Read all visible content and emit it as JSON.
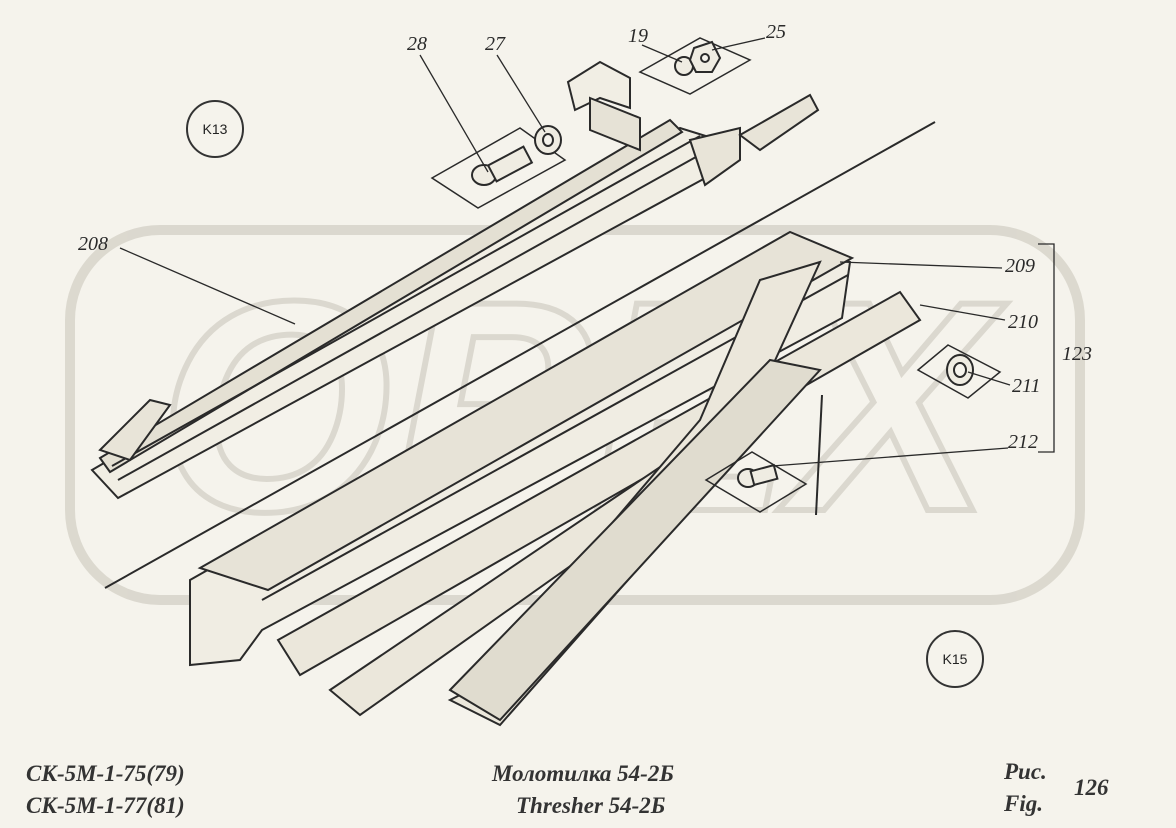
{
  "diagram": {
    "callouts": {
      "c28": "28",
      "c27": "27",
      "c19": "19",
      "c25": "25",
      "c208": "208",
      "c209": "209",
      "c210": "210",
      "c211": "211",
      "c212": "212",
      "c123": "123"
    },
    "refs": {
      "k13": "K13",
      "k15": "K15"
    },
    "watermark": "OPEX"
  },
  "footer": {
    "model_line_1": "СК-5М-1-75(79)",
    "model_line_2": "СК-5М-1-77(81)",
    "title_ru": "Молотилка  54-2Б",
    "title_en": "Thresher  54-2Б",
    "fig_ru": "Рис.",
    "fig_en": "Fig.",
    "fig_number": "126"
  },
  "colors": {
    "line": "#2a2a2a",
    "paper": "#f5f3ec",
    "watermark": "#d9d6cc"
  }
}
